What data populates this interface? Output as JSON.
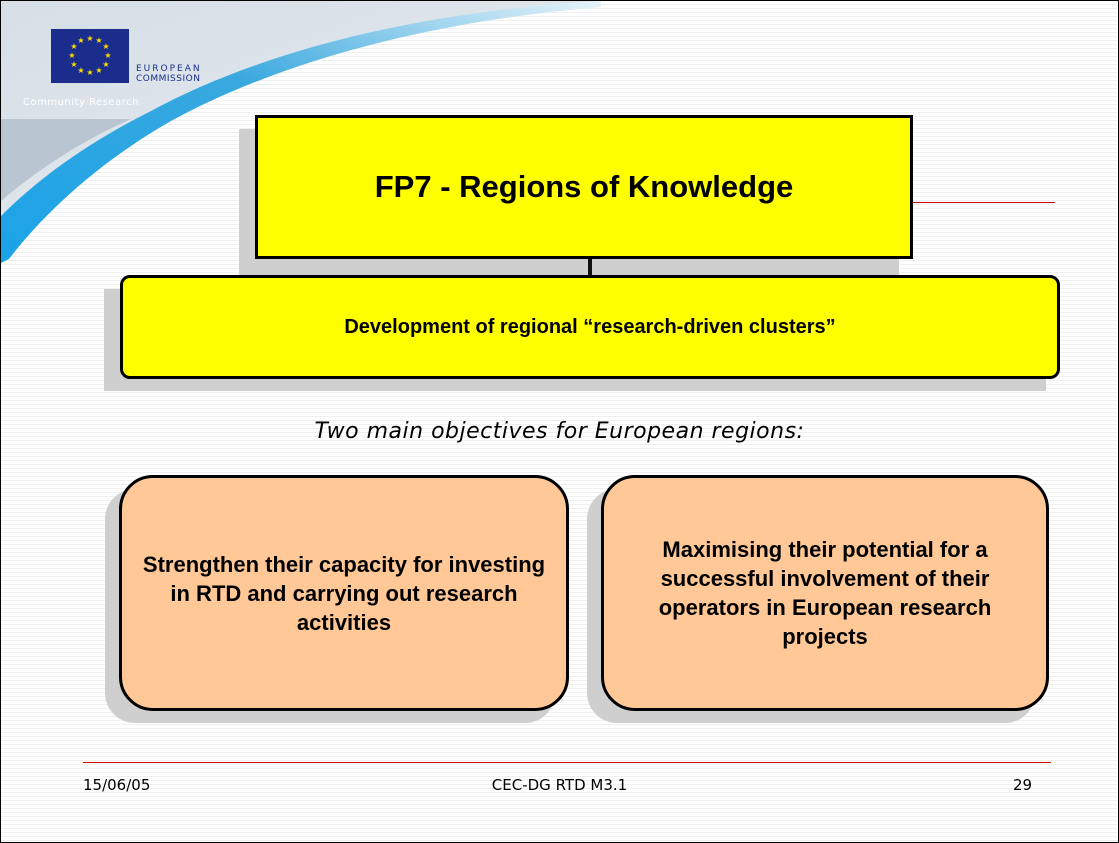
{
  "logo": {
    "line1": "EUROPEAN",
    "line2": "COMMISSION",
    "tagline": "Community Research"
  },
  "title": "FP7 - Regions of Knowledge",
  "development": "Development of regional “research-driven clusters”",
  "subtitle": "Two main objectives for European regions:",
  "objectives": [
    "Strengthen their capacity for investing in RTD and carrying out research activities",
    "Maximising their potential for a successful involvement of their operators in European research projects"
  ],
  "footer": {
    "date": "15/06/05",
    "center": "CEC-DG RTD M3.1",
    "page": "29"
  },
  "colors": {
    "title_fill": "#ffff00",
    "objective_fill": "#ffc896",
    "accent_line": "#cc0000",
    "swoosh_blue": "#1e8fd6",
    "eu_blue": "#1a2d8c",
    "eu_star": "#ffdd00"
  }
}
